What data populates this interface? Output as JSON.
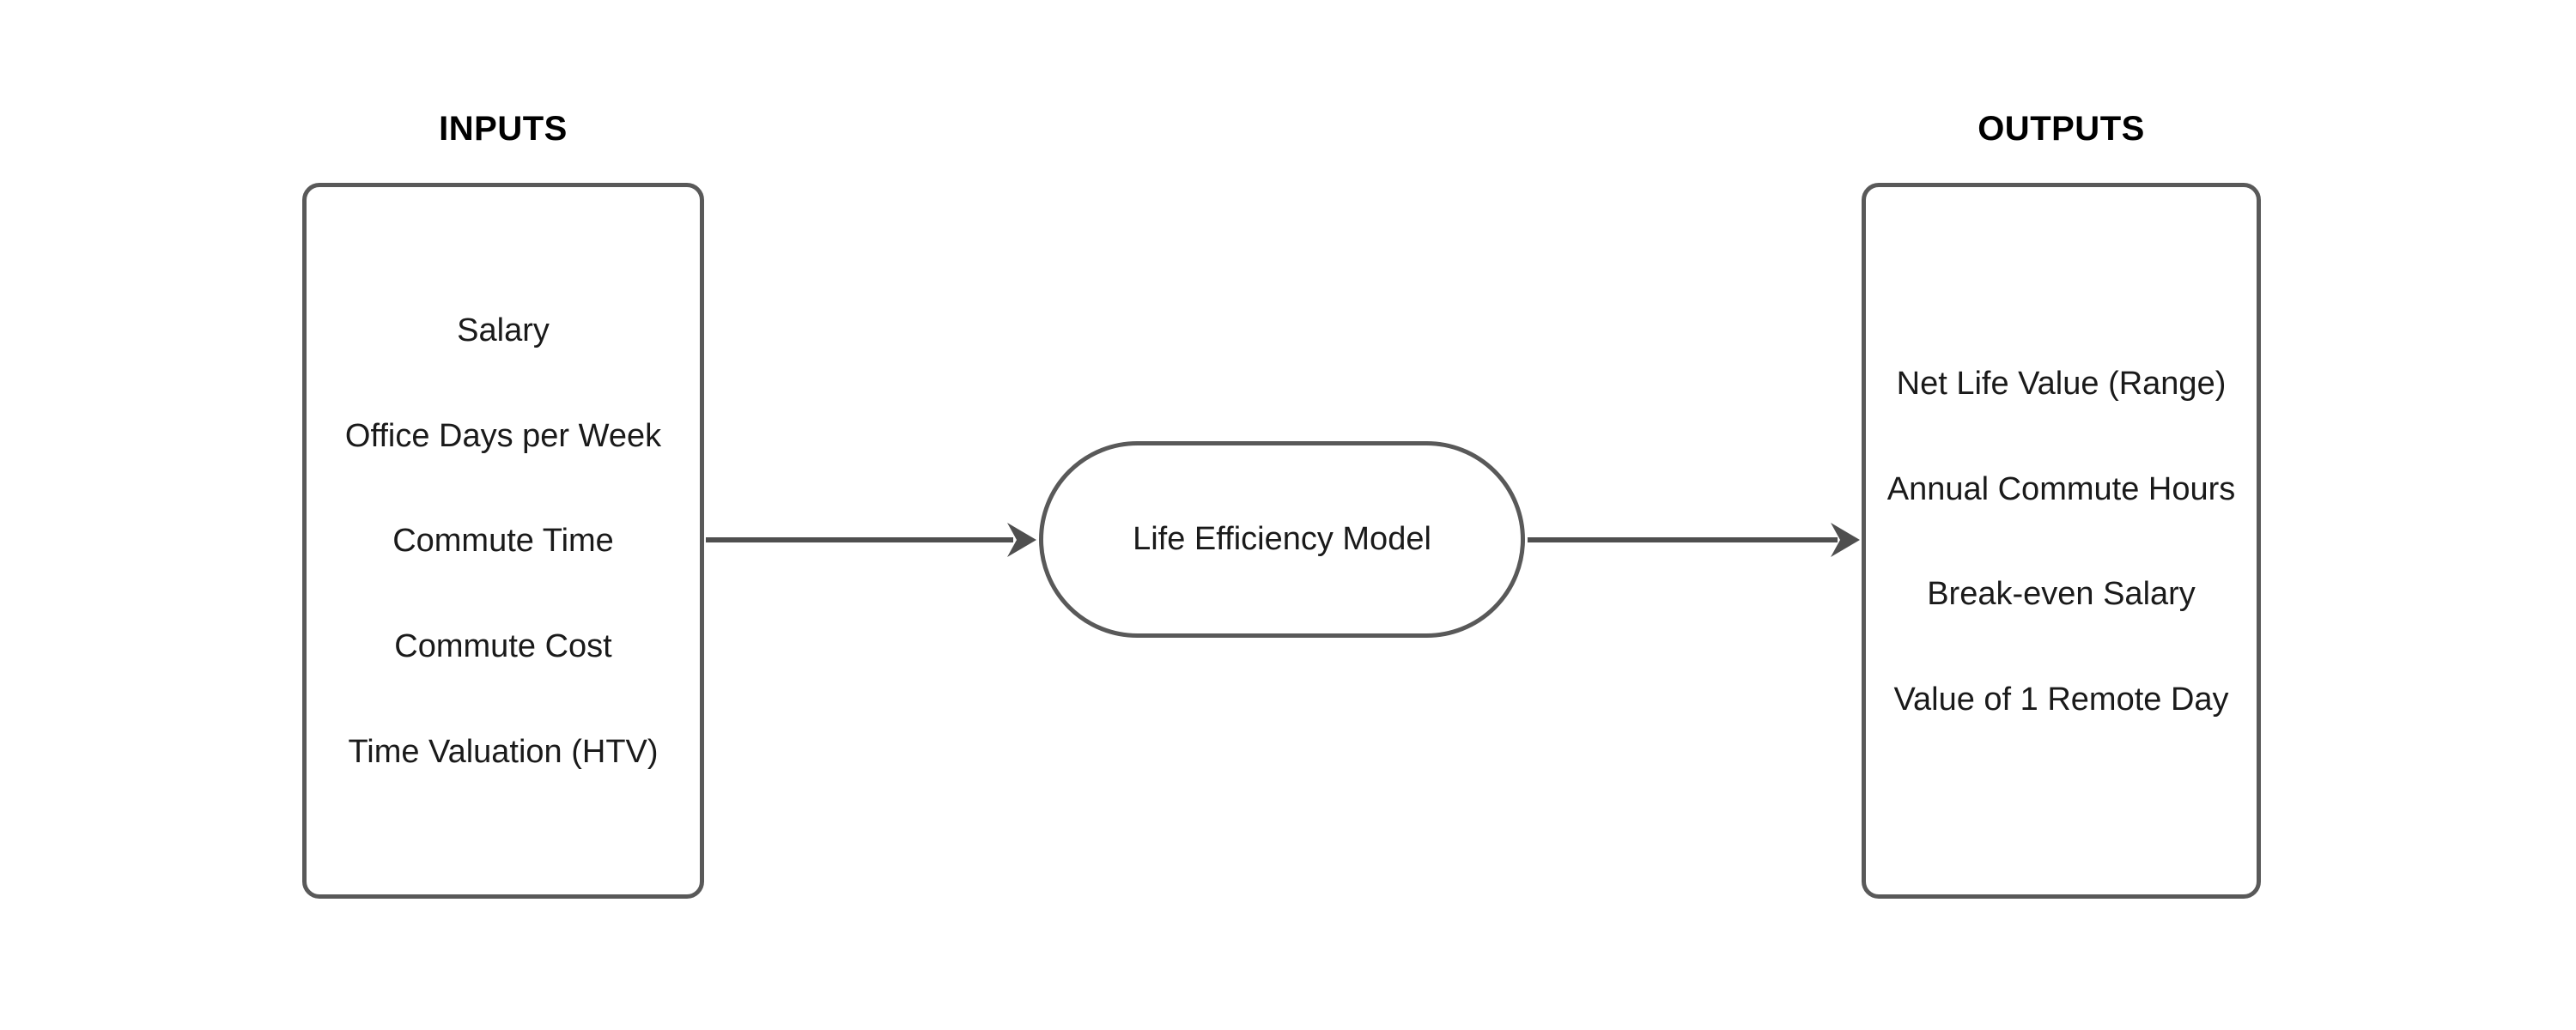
{
  "diagram": {
    "colors": {
      "background": "#ffffff",
      "shape_stroke": "#595959",
      "connector": "#4f4f4f",
      "text": "#1a1a1a",
      "title_text": "#000000"
    },
    "inputs": {
      "title": "INPUTS",
      "items": [
        "Salary",
        "Office Days per Week",
        "Commute Time",
        "Commute Cost",
        "Time Valuation (HTV)"
      ]
    },
    "process": {
      "label": "Life Efficiency Model"
    },
    "outputs": {
      "title": "OUTPUTS",
      "items": [
        "Net Life Value (Range)",
        "Annual Commute Hours",
        "Break-even Salary",
        "Value of 1 Remote Day"
      ]
    }
  }
}
